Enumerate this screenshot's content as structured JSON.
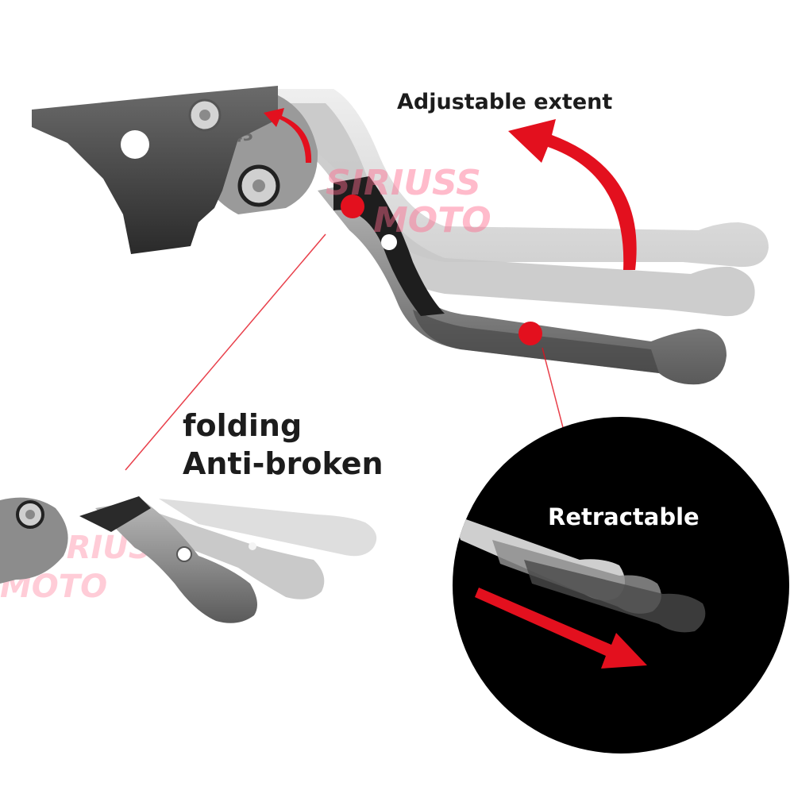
{
  "annotations": {
    "adjustable": "Adjustable extent",
    "folding_line1": "folding",
    "folding_line2": "Anti-broken",
    "retractable": "Retractable"
  },
  "watermark": {
    "line1": "SIRIUSS",
    "line2": "MOTO"
  },
  "colors": {
    "accent_red": "#e3101e",
    "lever_silver": "#8a8a8a",
    "lever_dark": "#3a3a3a",
    "bracket_black": "#1a1a1a",
    "inset_background": "#000000"
  },
  "icons": {
    "curved_arrow": "curved-red-arrow-icon",
    "straight_arrow": "straight-red-arrow-icon",
    "marker": "red-dot-marker-icon"
  }
}
